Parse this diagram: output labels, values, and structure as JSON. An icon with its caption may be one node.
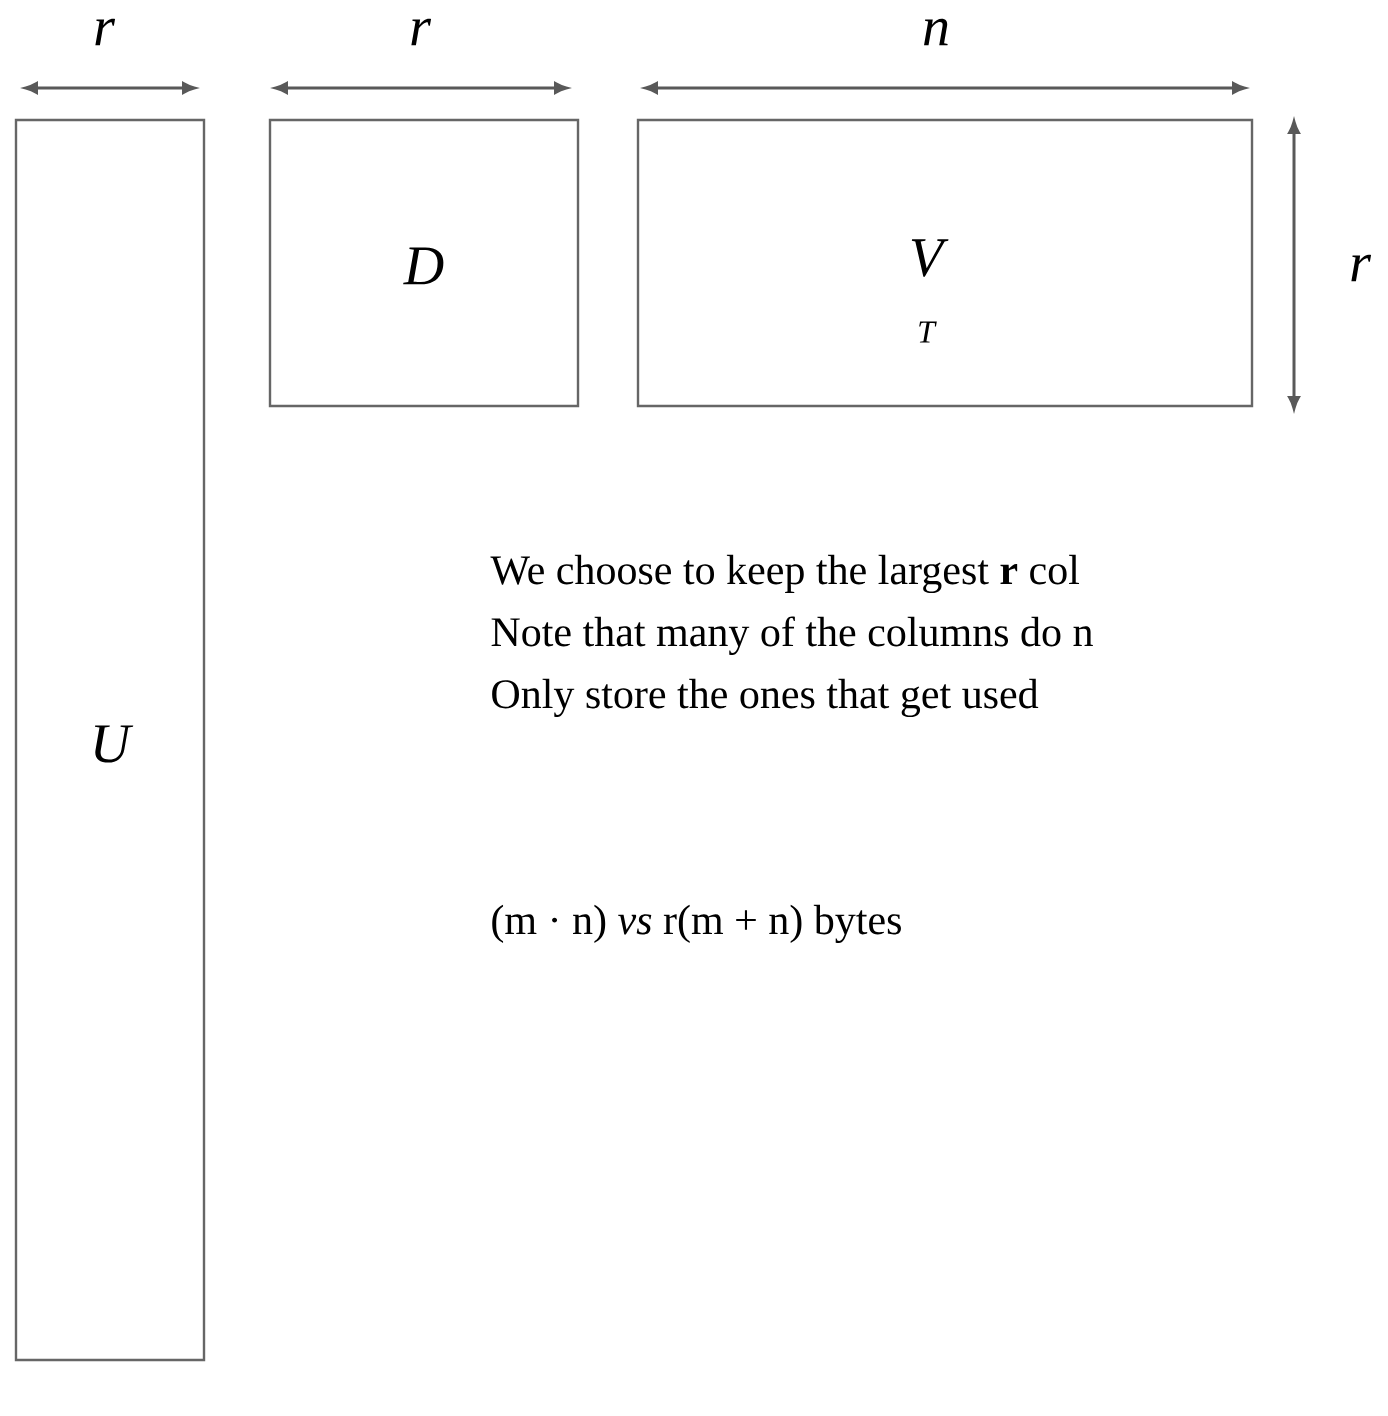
{
  "diagram": {
    "nodes": [
      {
        "text": [
          "U"
        ]
      },
      {
        "text": [
          "D"
        ]
      },
      {
        "text": [
          "V",
          "T"
        ]
      }
    ],
    "labels": [
      "r",
      "r",
      "n",
      "r",
      "We choose to keep the largest **r** col",
      "Note that many of the columns do n",
      "Only store the ones that get used",
      "(m · n) *vs* r(m + n) bytes"
    ]
  }
}
